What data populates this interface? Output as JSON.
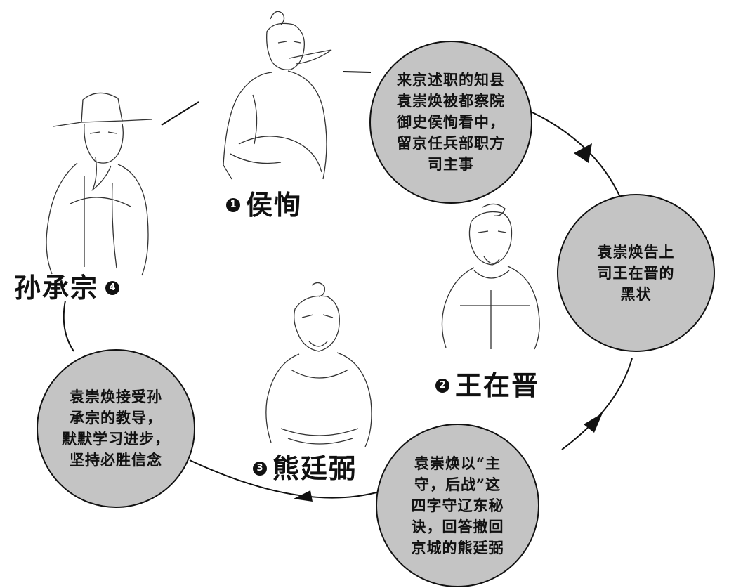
{
  "persons": [
    {
      "num": "1",
      "name": "侯恂"
    },
    {
      "num": "2",
      "name": "王在晋"
    },
    {
      "num": "3",
      "name": "熊廷弼"
    },
    {
      "num": "4",
      "name": "孙承宗"
    }
  ],
  "events": [
    {
      "lines": [
        "来京述职的知县",
        "袁崇焕被都察院",
        "御史侯恂看中，",
        "留京任兵部职方",
        "司主事"
      ]
    },
    {
      "lines": [
        "袁崇焕告上",
        "司王在晋的",
        "黑状"
      ]
    },
    {
      "lines": [
        "袁崇焕以“主",
        "守，后战”这",
        "四字守辽东秘",
        "诀，回答撤回",
        "京城的熊廷弼"
      ]
    },
    {
      "lines": [
        "袁崇焕接受孙",
        "承宗的教导，",
        "默默学习进步，",
        "坚持必胜信念"
      ]
    }
  ],
  "colors": {
    "bubble_fill": "#c4c4c4",
    "stroke": "#111111",
    "background": "#ffffff"
  },
  "icons": [
    "portrait-houxun-icon",
    "portrait-wangzaijin-icon",
    "portrait-xiongtingbi-icon",
    "portrait-sunchengzong-icon"
  ]
}
